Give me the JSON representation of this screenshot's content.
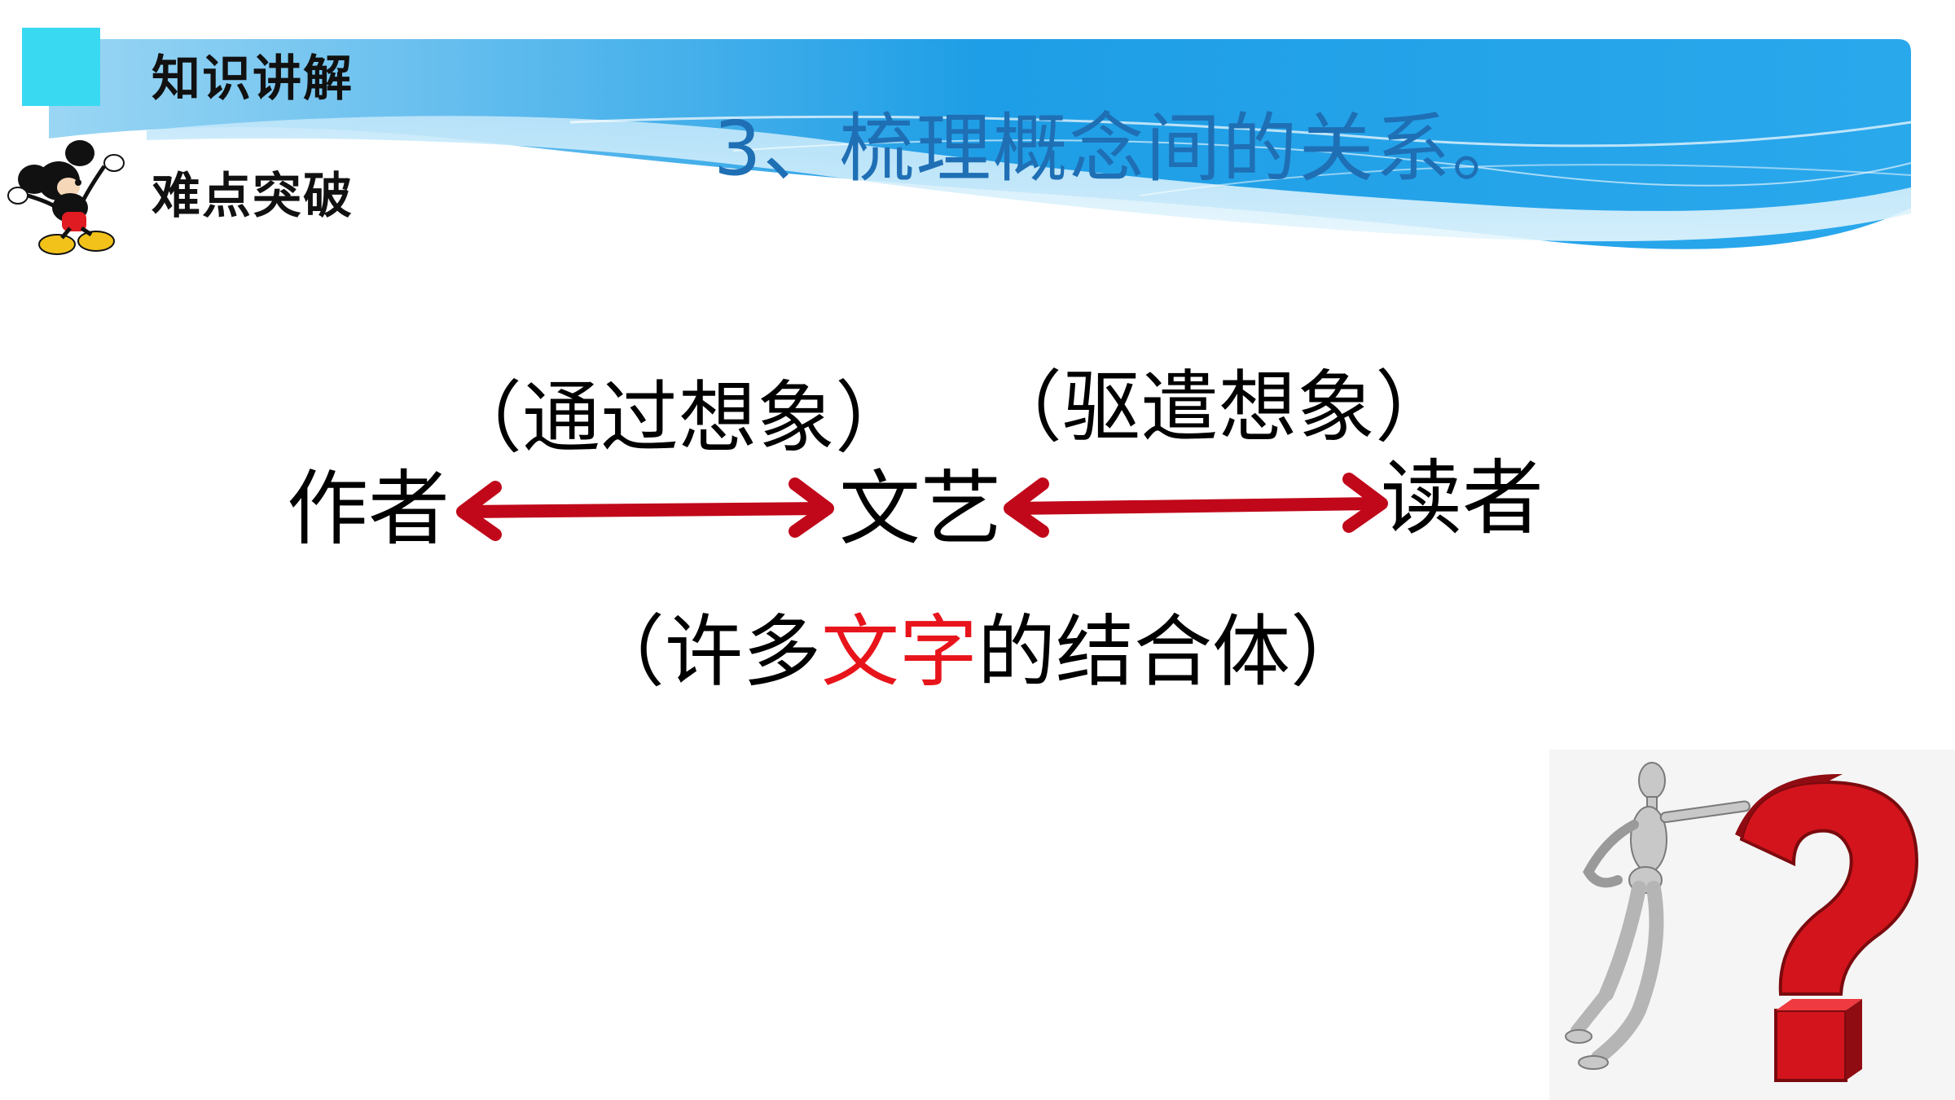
{
  "header": {
    "label_1": "知识讲解",
    "label_2": "难点突破",
    "title": "3、梳理概念间的关系。"
  },
  "diagram": {
    "node_author": "作者",
    "node_art": "文艺",
    "node_reader": "读者",
    "edge_label_1": "（通过想象）",
    "edge_label_2": "（驱遣想象）",
    "caption_before": "（许多",
    "caption_highlight": "文字",
    "caption_after": "的结合体）"
  },
  "colors": {
    "accent_square": "#39d9f2",
    "banner_blue": "#1e9ee6",
    "title_blue": "#1f6fb5",
    "arrow_red": "#c0081a",
    "highlight_red": "#e8141b"
  },
  "icons": {
    "mascot": "cartoon-mouse-mascot-icon",
    "figure": "mannequin-with-question-mark-icon",
    "arrow": "double-headed-arrow-icon"
  }
}
